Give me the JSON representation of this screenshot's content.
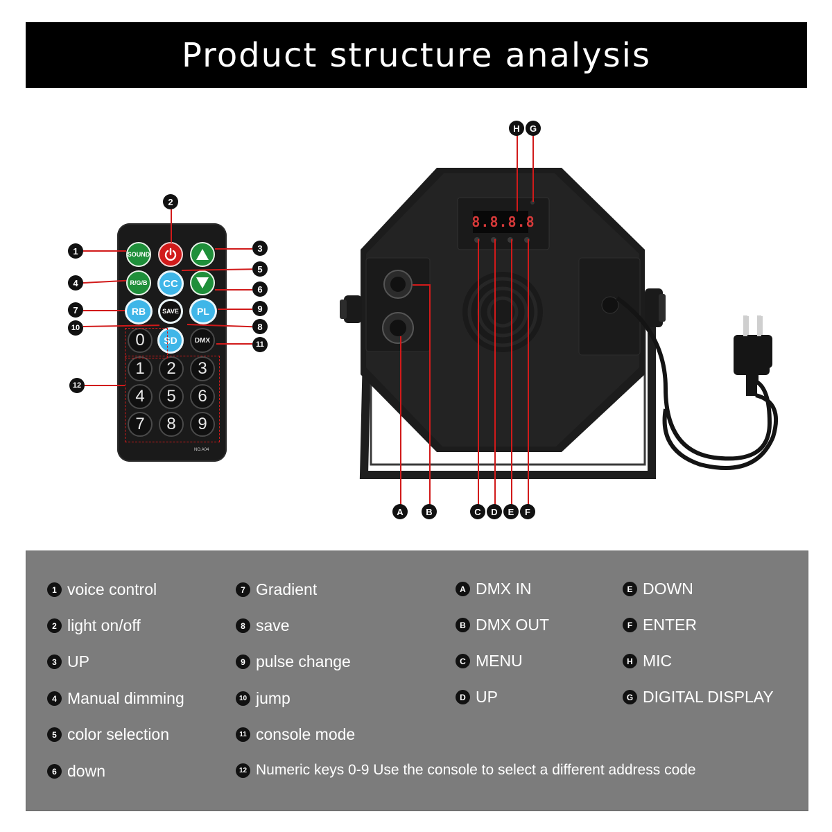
{
  "title": "Product structure analysis",
  "remote": {
    "buttons": {
      "sound": "SOUND",
      "rgb": "R/G/B",
      "cc": "CC",
      "rb": "RB",
      "save": "SAVE",
      "pl": "PL",
      "sd": "SD",
      "dmx": "DMX"
    },
    "numeric_keys": [
      "0",
      "1",
      "2",
      "3",
      "4",
      "5",
      "6",
      "7",
      "8",
      "9"
    ],
    "model_text": "NO.A04"
  },
  "device": {
    "display_text": "8.8.8.8"
  },
  "markers": {
    "remote": [
      "1",
      "2",
      "3",
      "4",
      "5",
      "6",
      "7",
      "8",
      "9",
      "10",
      "11",
      "12"
    ],
    "device": [
      "A",
      "B",
      "C",
      "D",
      "E",
      "F",
      "G",
      "H"
    ]
  },
  "legend": {
    "col1": [
      {
        "marker": "1",
        "label": "voice control"
      },
      {
        "marker": "2",
        "label": "light on/off"
      },
      {
        "marker": "3",
        "label": "UP"
      },
      {
        "marker": "4",
        "label": "Manual dimming"
      },
      {
        "marker": "5",
        "label": "color selection"
      },
      {
        "marker": "6",
        "label": "down"
      }
    ],
    "col2": [
      {
        "marker": "7",
        "label": "Gradient"
      },
      {
        "marker": "8",
        "label": "save"
      },
      {
        "marker": "9",
        "label": "pulse change"
      },
      {
        "marker": "10",
        "label": "jump"
      },
      {
        "marker": "11",
        "label": "console mode"
      },
      {
        "marker": "12",
        "label": "Numeric keys 0-9 Use the console to select a different address code"
      }
    ],
    "col3": [
      {
        "marker": "A",
        "label": "DMX IN"
      },
      {
        "marker": "B",
        "label": "DMX OUT"
      },
      {
        "marker": "C",
        "label": "MENU"
      },
      {
        "marker": "D",
        "label": "UP"
      }
    ],
    "col4": [
      {
        "marker": "E",
        "label": "DOWN"
      },
      {
        "marker": "F",
        "label": "ENTER"
      },
      {
        "marker": "H",
        "label": "MIC"
      },
      {
        "marker": "G",
        "label": "DIGITAL DISPLAY"
      }
    ]
  },
  "colors": {
    "leader": "#d11a1a",
    "sound_button": "#1f8f3a",
    "power_button": "#d11a1a",
    "cyan_button": "#3fb6e8",
    "legend_bg": "#7c7c7c"
  },
  "icons": [
    "power-icon",
    "up-arrow-icon",
    "down-arrow-icon",
    "power-plug-icon"
  ]
}
